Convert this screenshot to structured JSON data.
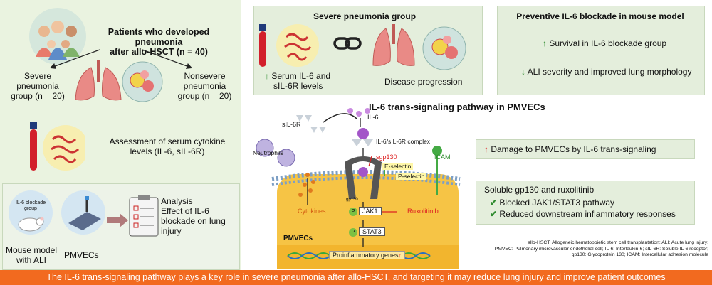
{
  "left": {
    "patients_title_1": "Patients who developed pneumonia",
    "patients_title_2": "after allo-HSCT (n = 40)",
    "severe_1": "Severe",
    "severe_2": "pneumonia",
    "severe_3": "group (n = 20)",
    "nonsevere_1": "Nonsevere",
    "nonsevere_2": "pneumonia",
    "nonsevere_3": "group (n = 20)",
    "assessment_1": "Assessment of serum cytokine",
    "assessment_2": "levels (IL-6, sIL-6R)",
    "blockade_label_1": "IL-6 blockade",
    "blockade_label_2": "group",
    "mouse_1": "Mouse model",
    "mouse_2": "with ALI",
    "pmvecs": "PMVECs",
    "analysis_1": "Analysis",
    "analysis_2": "Effect of IL-6",
    "analysis_3": "blockade on lung",
    "analysis_4": "injury"
  },
  "top_right": {
    "severe_group_title": "Severe pneumonia group",
    "serum_1": "Serum IL-6 and",
    "serum_2": "sIL-6R levels",
    "disease_progression": "Disease progression",
    "preventive_title": "Preventive IL-6 blockade in mouse model",
    "survival": "Survival in IL-6 blockade group",
    "ali": "ALI severity and improved lung morphology"
  },
  "pathway": {
    "title": "IL-6 trans-signaling pathway in PMVECs",
    "il6": "IL-6",
    "sil6r": "sIL-6R",
    "complex": "IL-6/sIL-6R complex",
    "il6_small": "IL-6",
    "sil6r_small": "sIL-6R",
    "neutrophils": "Neutrophils",
    "sgp130": "sgp130",
    "icam": "ICAM",
    "eselectin": "E-selectin",
    "pselectin": "P-selectin",
    "gp130": "gp130",
    "cytokines": "Cytokines",
    "jak1": "JAK1",
    "stat3": "STAT3",
    "p": "P",
    "ruxolitinib": "Ruxolitinib",
    "pmvecs": "PMVECs",
    "proinflammatory": "Proinflammatory genes"
  },
  "results": {
    "damage": "Damage to PMVECs by IL-6 trans-signaling",
    "soluble_title": "Soluble gp130 and ruxolitinib",
    "blocked": "Blocked JAK1/STAT3 pathway",
    "reduced": "Reduced downstream inflammatory responses"
  },
  "abbreviations": {
    "line1": "allo-HSCT: Allogeneic hematopoietic stem cell transplantation; ALI: Acute lung injury;",
    "line2": "PMVEC: Pulmonary microvascular endothelial cell; IL-6: Interleukin-6; sIL-6R: Soluble IL-6 receptor;",
    "line3": "gp130: Glycoprotein 130; ICAM: Intercellular adhesion molecule"
  },
  "symbols": {
    "up": "↑",
    "down": "↓",
    "check": "✔"
  },
  "footer": "The IL-6 trans-signaling pathway plays a key role in severe pneumonia after allo-HSCT, and targeting it may reduce lung injury and improve patient outcomes",
  "colors": {
    "left_panel_bg": "#eaf3e0",
    "footer_bg": "#f26a1f",
    "accent_green": "#2e8b2e",
    "accent_red": "#d22222",
    "pmvec_yellow": "#f6c445",
    "membrane_blue": "#7d9fc4"
  }
}
